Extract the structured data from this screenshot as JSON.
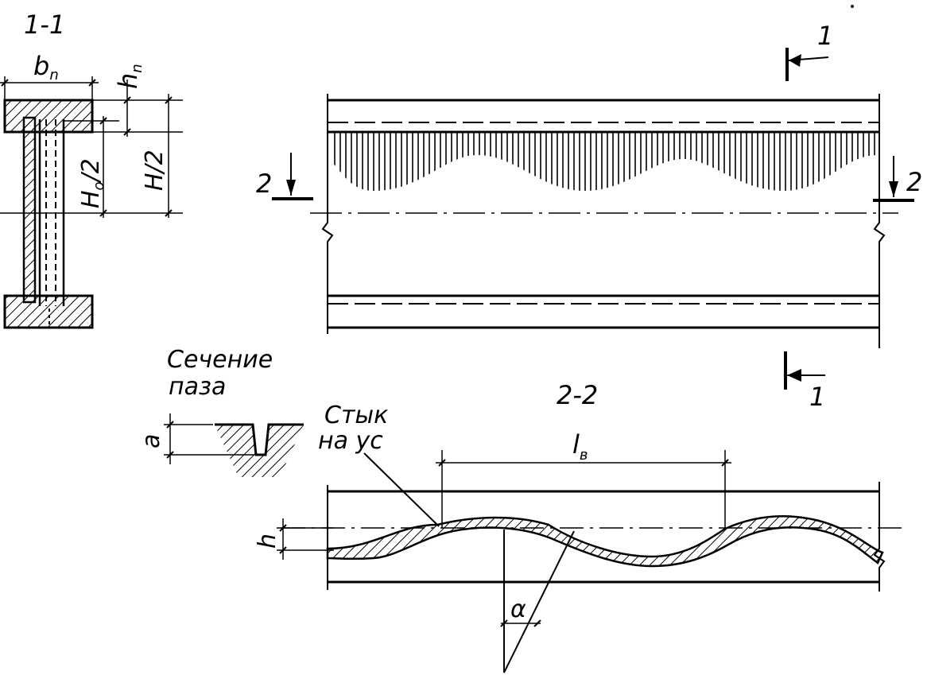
{
  "labels": {
    "section_1_1": "1-1",
    "bn": "b",
    "bn_sub": "n",
    "hn": "h",
    "hn_sub": "n",
    "h0_half": "H",
    "h0_sub": "o",
    "h0_tail": "/2",
    "h_half": "H/2",
    "mark_1_top": "1",
    "mark_1_bottom": "1",
    "mark_2_left": "2",
    "mark_2_right": "2",
    "section_2_2": "2-2",
    "groove_title_line1": "Сечение",
    "groove_title_line2": "паза",
    "groove_dim": "a",
    "joint_line1": "Стык",
    "joint_line2": "на ус",
    "lv": "l",
    "lv_sub": "в",
    "h_small": "h",
    "alpha": "α"
  },
  "colors": {
    "ink": "#000000",
    "paper": "#ffffff"
  }
}
